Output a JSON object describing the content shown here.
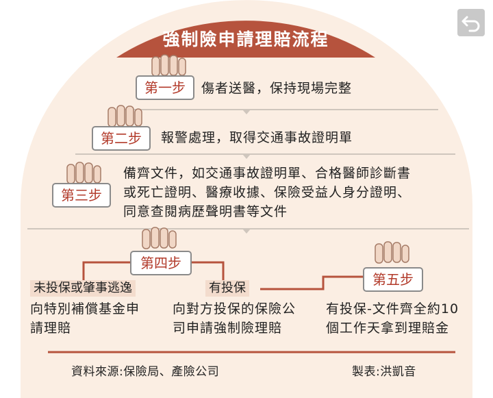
{
  "title": "強制險申請理賠流程",
  "steps": [
    {
      "label": "第一步",
      "text": [
        "傷者送醫，保持現場完整"
      ]
    },
    {
      "label": "第二步",
      "text": [
        "報警處理，取得交通事故證明單"
      ]
    },
    {
      "label": "第三步",
      "text": [
        "備齊文件，如交通事故證明單、合格醫師診斷書",
        "或死亡證明、醫療收據、保險受益人身分證明、",
        "同意查閱病歷聲明書等文件"
      ]
    },
    {
      "label": "第四步"
    },
    {
      "label": "第五步"
    }
  ],
  "branches": {
    "uninsured": {
      "tag": "未投保或肇事逃逸",
      "text": [
        "向特別補償基金申",
        "請理賠"
      ]
    },
    "insured": {
      "tag": "有投保",
      "text": [
        "向對方投保的保險公",
        "司申請強制險理賠"
      ]
    },
    "final": {
      "text": [
        "有投保-文件齊全約10",
        "個工作天拿到理賠金"
      ]
    }
  },
  "footer": {
    "source": "資料來源:保險局、產險公司",
    "credit": "製表:洪凱音"
  },
  "colors": {
    "accent": "#b6533d",
    "label_text": "#b23a2a",
    "tag_bg": "#f3dccd",
    "panel": "#fbeee3",
    "divider": "#cfc6bd"
  },
  "icons": [
    "back-arrow-icon",
    "hand-icon"
  ]
}
